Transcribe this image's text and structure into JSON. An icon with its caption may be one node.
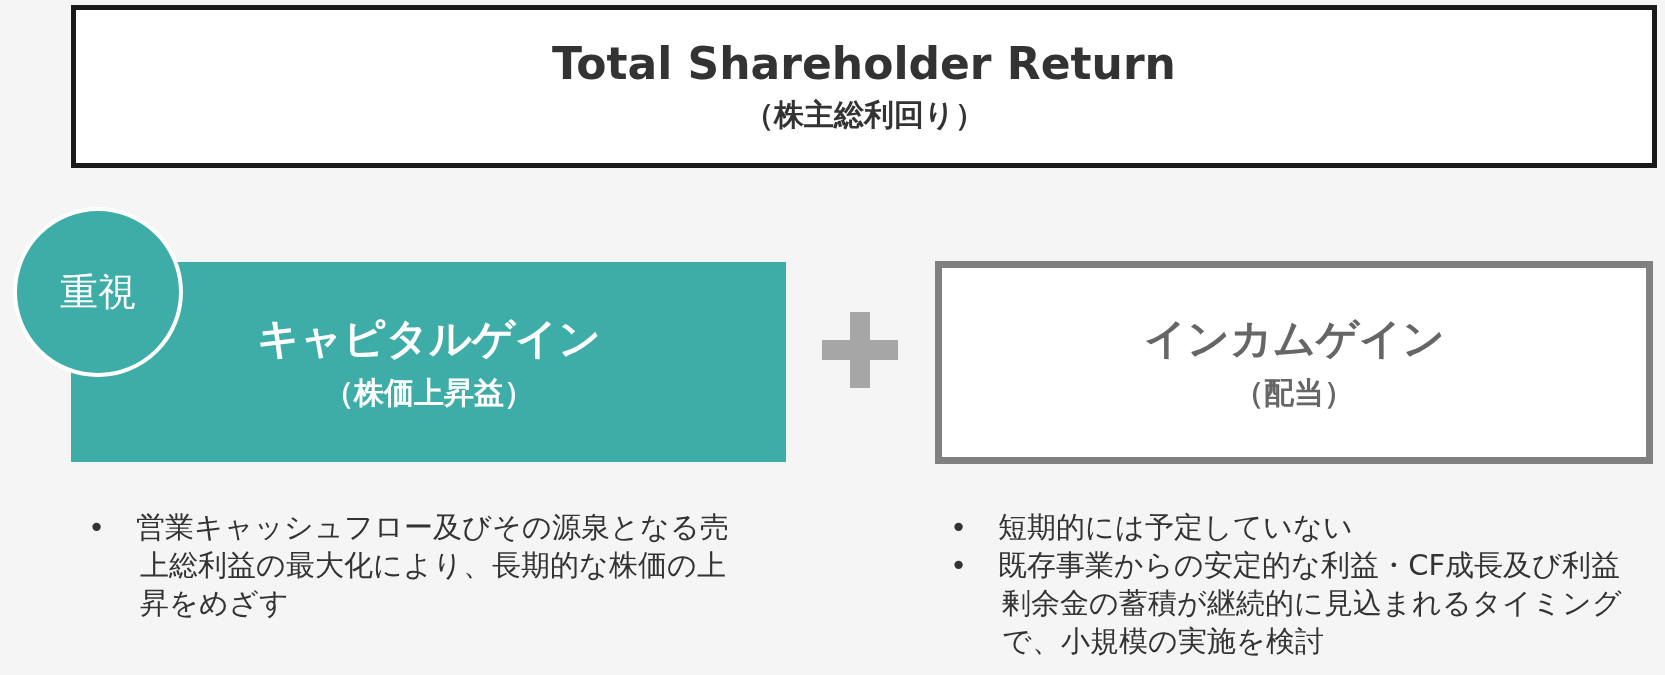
{
  "diagram": {
    "nodes": [
      {
        "text": [
          "Total Shareholder Return",
          "（株主総利回り）"
        ]
      },
      {
        "text": [
          "重視"
        ]
      },
      {
        "text": [
          "キャピタルゲイン",
          "（株価上昇益）"
        ],
        "beside": [
          "• 営業キャッシュフロー及びその源泉となる売上総利益の最大化により、長期的な株価の上昇をめざす"
        ]
      },
      {
        "text": [
          "インカムゲイン",
          "（配当）"
        ],
        "beside": [
          "• 短期的には予定していない",
          "• 既存事業からの安定的な利益・CF成長及び利益剰余金の蓄積が継続的に見込まれるタイミングで、小規模の実施を検討"
        ]
      }
    ],
    "edges": []
  }
}
